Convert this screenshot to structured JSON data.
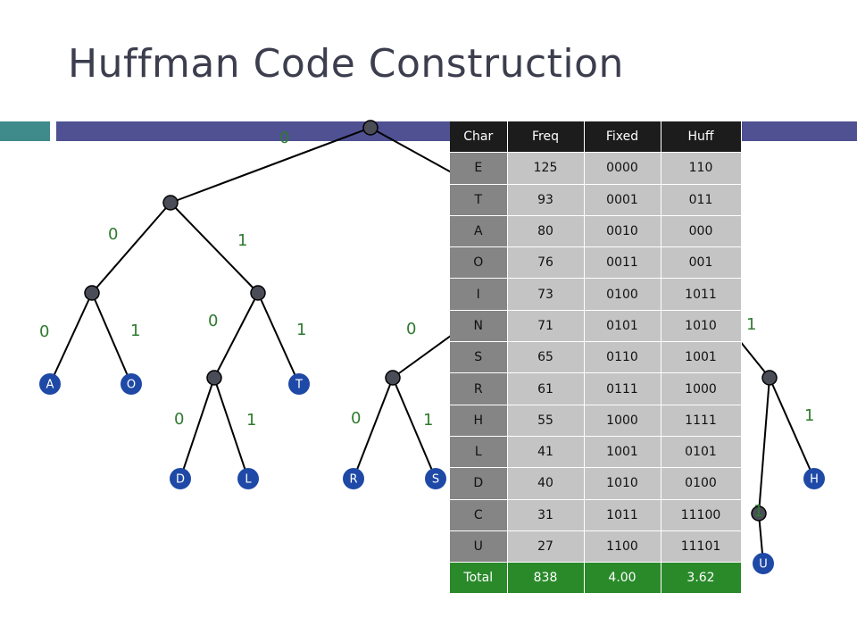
{
  "title": "Huffman Code Construction",
  "colors": {
    "accent_teal": "#3f8a8a",
    "accent_indigo": "#4f5192",
    "leaf_node": "#1f49a6",
    "internal_node": "#4a4d57",
    "edge_label": "#2f7a2f",
    "table_header": "#1c1c1c",
    "table_total": "#2a8a2a"
  },
  "tree": {
    "leaves": [
      {
        "id": "A",
        "label": "A"
      },
      {
        "id": "O",
        "label": "O"
      },
      {
        "id": "T",
        "label": "T"
      },
      {
        "id": "D",
        "label": "D"
      },
      {
        "id": "L",
        "label": "L"
      },
      {
        "id": "R",
        "label": "R"
      },
      {
        "id": "S",
        "label": "S"
      },
      {
        "id": "H",
        "label": "H"
      },
      {
        "id": "U",
        "label": "U"
      }
    ],
    "edge_labels": [
      "0",
      "0",
      "1",
      "0",
      "1",
      "0",
      "1",
      "0",
      "0",
      "1",
      "0",
      "1",
      "1",
      "1",
      "1"
    ]
  },
  "table": {
    "headers": [
      "Char",
      "Freq",
      "Fixed",
      "Huff"
    ],
    "rows": [
      [
        "E",
        "125",
        "0000",
        "110"
      ],
      [
        "T",
        "93",
        "0001",
        "011"
      ],
      [
        "A",
        "80",
        "0010",
        "000"
      ],
      [
        "O",
        "76",
        "0011",
        "001"
      ],
      [
        "I",
        "73",
        "0100",
        "1011"
      ],
      [
        "N",
        "71",
        "0101",
        "1010"
      ],
      [
        "S",
        "65",
        "0110",
        "1001"
      ],
      [
        "R",
        "61",
        "0111",
        "1000"
      ],
      [
        "H",
        "55",
        "1000",
        "1111"
      ],
      [
        "L",
        "41",
        "1001",
        "0101"
      ],
      [
        "D",
        "40",
        "1010",
        "0100"
      ],
      [
        "C",
        "31",
        "1011",
        "11100"
      ],
      [
        "U",
        "27",
        "1100",
        "11101"
      ]
    ],
    "total": [
      "Total",
      "838",
      "4.00",
      "3.62"
    ]
  }
}
